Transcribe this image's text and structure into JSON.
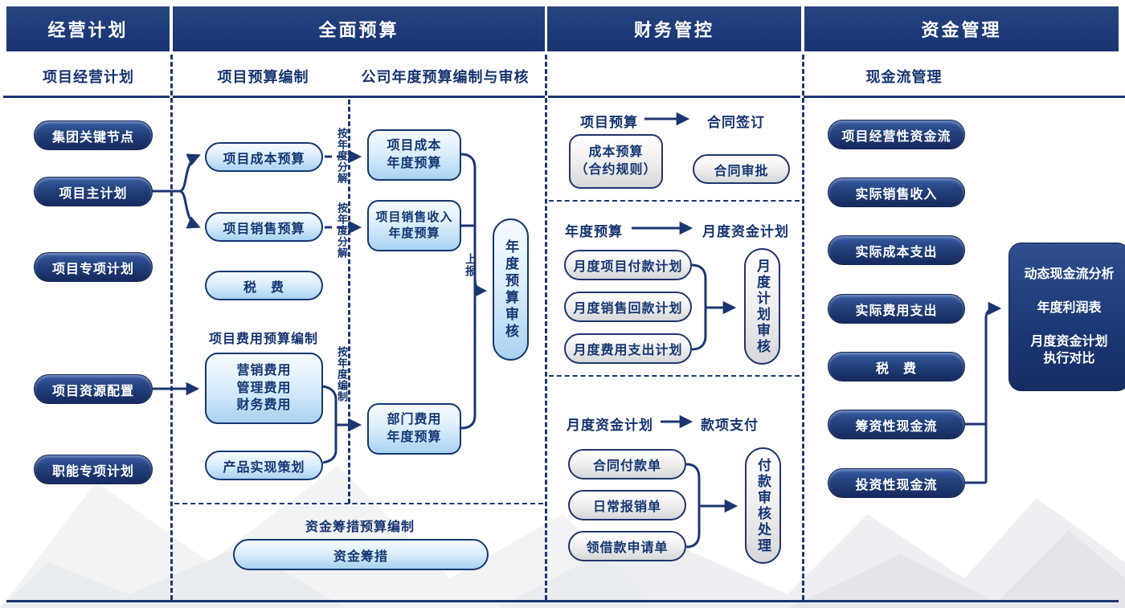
{
  "colors": {
    "navy": "#1b3671",
    "header_bg": "#1e3a78",
    "pill_dark": "#16295e",
    "pill_light_top": "#f6fbff",
    "pill_light_bottom": "#a9d2f1",
    "pill_grey_bottom": "#d6d7d9",
    "text_on_dark": "#ffffff",
    "text_navy": "#15336f"
  },
  "headers": {
    "business_plan": "经营计划",
    "budget": "全面预算",
    "financial_control": "财务管控",
    "fund_management": "资金管理"
  },
  "subtitles": {
    "project_business_plan": "项目经营计划",
    "project_budgeting": "项目预算编制",
    "company_annual_budget": "公司年度预算编制与审核",
    "cash_flow_management": "现金流管理"
  },
  "plan": {
    "items": [
      {
        "label": "集团关键节点"
      },
      {
        "label": "项目主计划"
      },
      {
        "label": "项目专项计划"
      },
      {
        "label": "项目资源配置"
      },
      {
        "label": "职能专项计划"
      }
    ]
  },
  "budget": {
    "project_cost": "项目成本预算",
    "project_sales": "项目销售预算",
    "tax": "税　费",
    "expense_label": "项目费用预算编制",
    "expense_box": "营销费用\n管理费用\n财务费用",
    "product_plan": "产品实现策划",
    "decompose_label_1": "按年度分解",
    "decompose_label_2": "按年度分解",
    "compile_label": "按年度编制",
    "annual_cost": "项目成本\n年度预算",
    "annual_sales": "项目销售收入\n年度预算",
    "annual_dept": "部门费用\n年度预算",
    "report_label": "上报",
    "annual_review": "年度预算审核",
    "fundraising_label": "资金筹措预算编制",
    "fundraising": "资金筹措"
  },
  "control": {
    "flow1_from": "项目预算",
    "flow1_to": "合同签订",
    "cost_budget_box": "成本预算\n（合约规则）",
    "contract_approval": "合同审批",
    "flow2_from": "年度预算",
    "flow2_to": "月度资金计划",
    "monthly_plans": [
      {
        "label": "月度项目付款计划"
      },
      {
        "label": "月度销售回款计划"
      },
      {
        "label": "月度费用支出计划"
      }
    ],
    "monthly_review": "月度计划审核",
    "flow3_from": "月度资金计划",
    "flow3_to": "款项支付",
    "payment_docs": [
      {
        "label": "合同付款单"
      },
      {
        "label": "日常报销单"
      },
      {
        "label": "领借款申请单"
      }
    ],
    "payment_review": "付款审核处理"
  },
  "fund": {
    "items": [
      {
        "label": "项目经营性资金流"
      },
      {
        "label": "实际销售收入"
      },
      {
        "label": "实际成本支出"
      },
      {
        "label": "实际费用支出"
      },
      {
        "label": "税　费"
      },
      {
        "label": "筹资性现金流"
      },
      {
        "label": "投资性现金流"
      }
    ],
    "analysis_box": [
      "动态现金流分析",
      "年度利润表",
      "月度资金计划\n执行对比"
    ]
  }
}
